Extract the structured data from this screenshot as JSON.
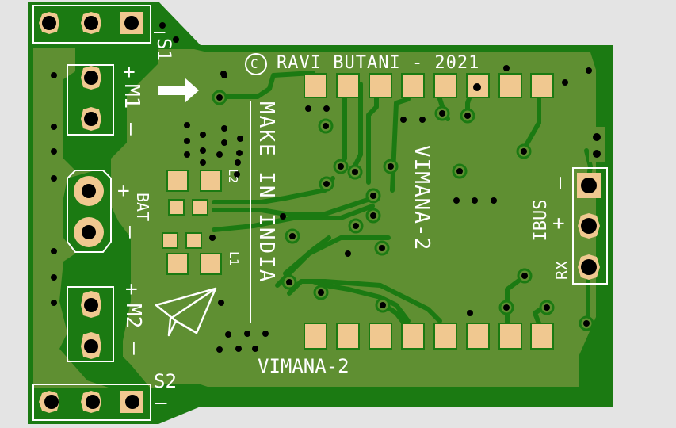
{
  "board": {
    "name": "VIMANA-2",
    "bottom_label": "VIMANA-2",
    "center_label": "VIMANA-2",
    "copyright": "© RAVI BUTANI - 2021",
    "copyright_symbol": "C",
    "copyright_text": "RAVI BUTANI - 2021",
    "slogan": "MAKE IN INDIA",
    "logo": "paper-plane-icon",
    "arrow": "arrow-right-icon"
  },
  "colors": {
    "background": "#e4e4e4",
    "copper_pour": "#1b7a12",
    "mask_plane": "#5f8f32",
    "pad": "#f0c890",
    "drill": "#000000",
    "silkscreen": "#ffffff"
  },
  "connectors": {
    "s1": {
      "label": "S1",
      "minus": "–"
    },
    "m1": {
      "label": "M1",
      "plus": "+",
      "minus": "–"
    },
    "bat": {
      "label": "BAT",
      "plus": "+",
      "minus": "–"
    },
    "m2": {
      "label": "M2",
      "plus": "+",
      "minus": "–"
    },
    "s2": {
      "label": "S2",
      "minus": "–"
    },
    "ibus": {
      "label": "IBUS",
      "rx": "RX",
      "plus": "+",
      "minus": "–"
    }
  },
  "components": {
    "l1": "L1",
    "l2": "L2"
  },
  "module_pads": {
    "top_count": 8,
    "bottom_count": 8
  }
}
